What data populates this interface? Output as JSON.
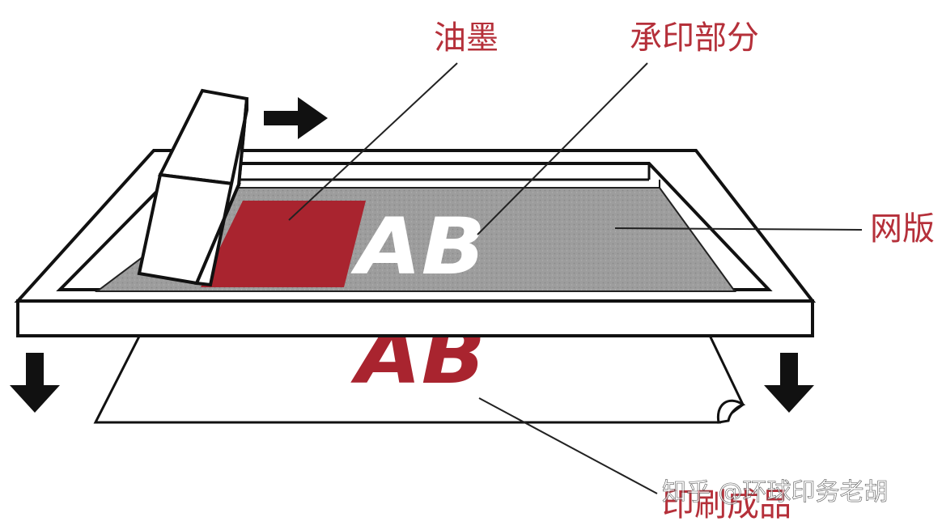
{
  "labels": {
    "ink": "油墨",
    "print_area": "承印部分",
    "screen": "网版",
    "printed_product": "印刷成品"
  },
  "artwork": {
    "screen_text": "AB",
    "printed_text": "AB"
  },
  "watermark": "知乎 @环球印务老胡",
  "colors": {
    "label_red": "#b5303a",
    "ink_red": "#a9242f",
    "mesh_gray": "#9a9a9a",
    "outline": "#111111",
    "arrow": "#111111"
  }
}
